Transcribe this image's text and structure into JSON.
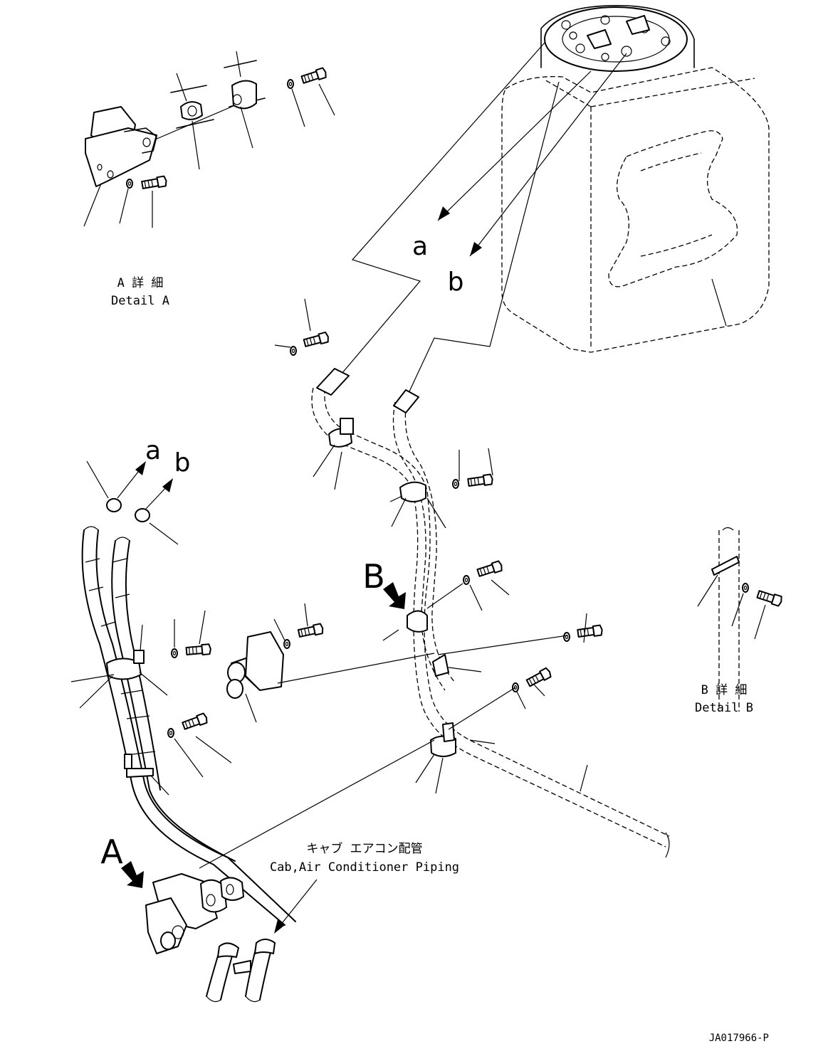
{
  "detail_a": {
    "ja": "A 詳 細",
    "en": "Detail A"
  },
  "detail_b": {
    "ja": "B 詳 細",
    "en": "Detail B"
  },
  "callouts": {
    "a_top": "a",
    "b_top": "b",
    "a_left": "a",
    "b_left": "b",
    "view_b": "B",
    "view_a": "A"
  },
  "piping_label": {
    "ja": "キャブ エアコン配管",
    "en": "Cab,Air Conditioner Piping"
  },
  "drawing_number": "JA017966-P"
}
